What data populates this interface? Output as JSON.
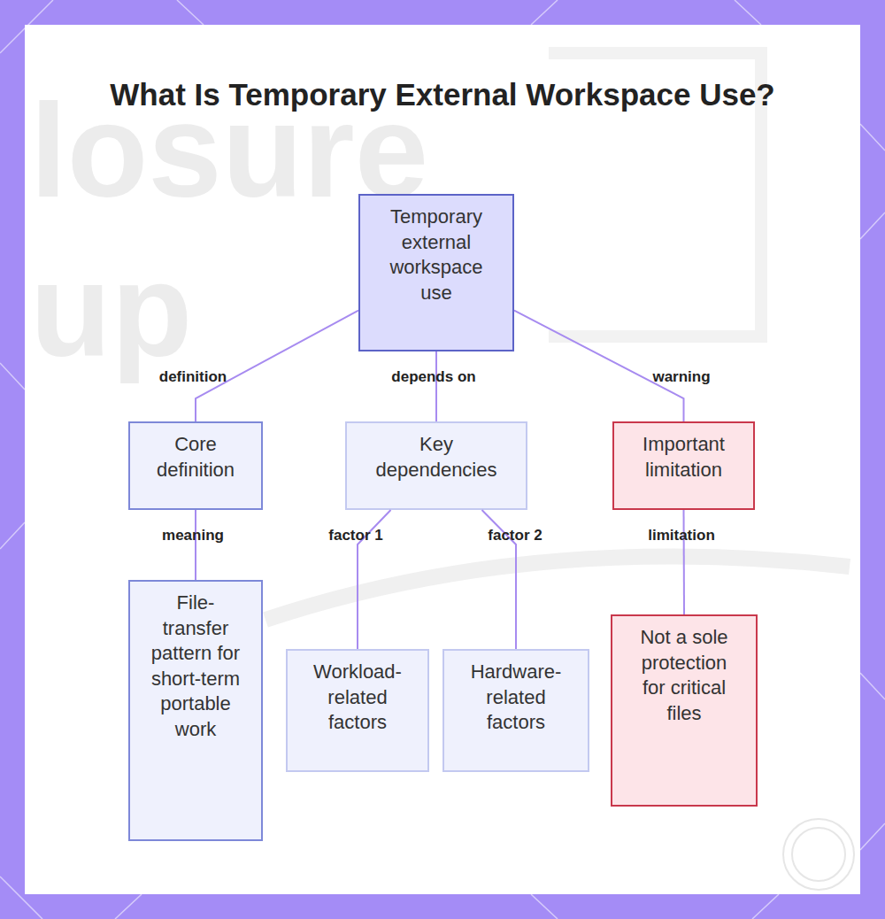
{
  "diagram": {
    "title": "What Is Temporary External Workspace Use?",
    "nodes": [
      {
        "text": [
          "Temporary external workspace use"
        ]
      },
      {
        "text": [
          "Core definition"
        ]
      },
      {
        "text": [
          "Key dependencies"
        ]
      },
      {
        "text": [
          "Important limitation"
        ]
      },
      {
        "text": [
          "File-transfer pattern for short-term portable work"
        ]
      },
      {
        "text": [
          "Workload-related factors"
        ]
      },
      {
        "text": [
          "Hardware-related factors"
        ]
      },
      {
        "text": [
          "Not a sole protection for critical files"
        ]
      }
    ],
    "edges": [
      {
        "from": 0,
        "to": 1,
        "label": "definition",
        "arrow": "none"
      },
      {
        "from": 0,
        "to": 2,
        "label": "depends on",
        "arrow": "none"
      },
      {
        "from": 0,
        "to": 3,
        "label": "warning",
        "arrow": "none"
      },
      {
        "from": 1,
        "to": 4,
        "label": "meaning",
        "arrow": "none"
      },
      {
        "from": 2,
        "to": 5,
        "label": "factor 1",
        "arrow": "none"
      },
      {
        "from": 2,
        "to": 6,
        "label": "factor 2",
        "arrow": "none"
      },
      {
        "from": 3,
        "to": 7,
        "label": "limitation",
        "arrow": "none"
      }
    ],
    "labels": [
      "losure",
      "up"
    ]
  }
}
